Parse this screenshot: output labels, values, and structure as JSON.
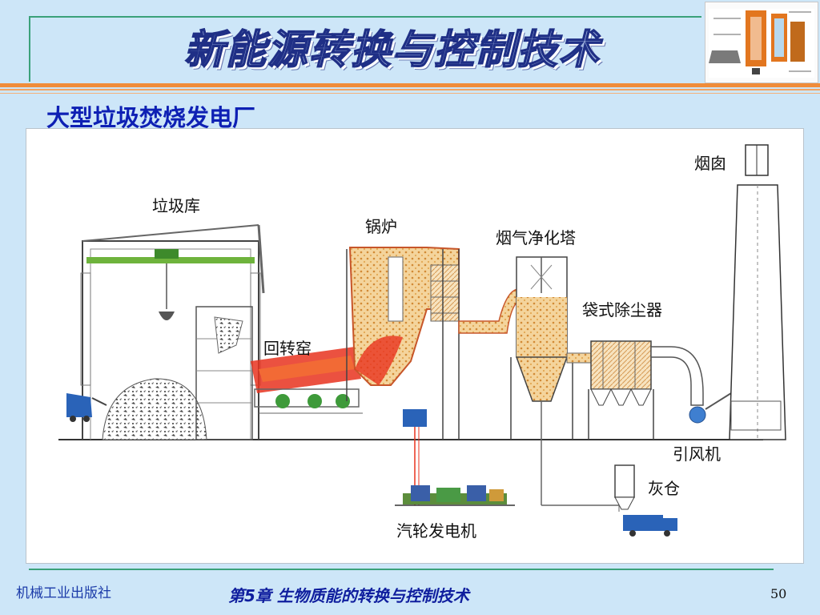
{
  "slide": {
    "title": "新能源转换与控制技术",
    "subtitle": "大型垃圾焚烧发电厂",
    "footer_left": "机械工业出版社",
    "footer_center": "第5章  生物质能的转换与控制技术",
    "page_number": "50"
  },
  "diagram": {
    "labels": {
      "garbage_storage": "垃圾库",
      "rotary_kiln": "回转窑",
      "boiler": "锅炉",
      "flue_gas_tower": "烟气净化塔",
      "bag_filter": "袋式除尘器",
      "chimney": "烟囱",
      "induced_fan": "引风机",
      "ash_silo": "灰仓",
      "turbine_generator": "汽轮发电机"
    }
  },
  "colors": {
    "background": "#cde6f8",
    "frame_line": "#3aa17a",
    "title_stroke": "#1f2f86",
    "orange_bar": "#f08c3a",
    "subtitle_text": "#0e20b4",
    "flame_red": "#e8321e",
    "hot_gas": "#f2c988",
    "crane_green": "#6eb33c"
  }
}
